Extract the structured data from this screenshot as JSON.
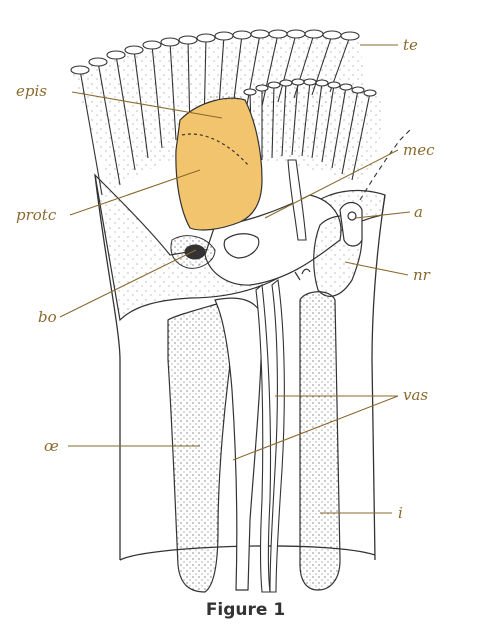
{
  "caption": "Figure 1",
  "labels": {
    "te": "te",
    "epis": "epis",
    "mec": "mec",
    "protc": "protc",
    "a": "a",
    "nr": "nr",
    "bo": "bo",
    "vas": "vas",
    "oe": "œ",
    "i": "i"
  },
  "colors": {
    "highlight": "#f2c46d",
    "label": "#8a6a2e",
    "line": "#333333"
  }
}
